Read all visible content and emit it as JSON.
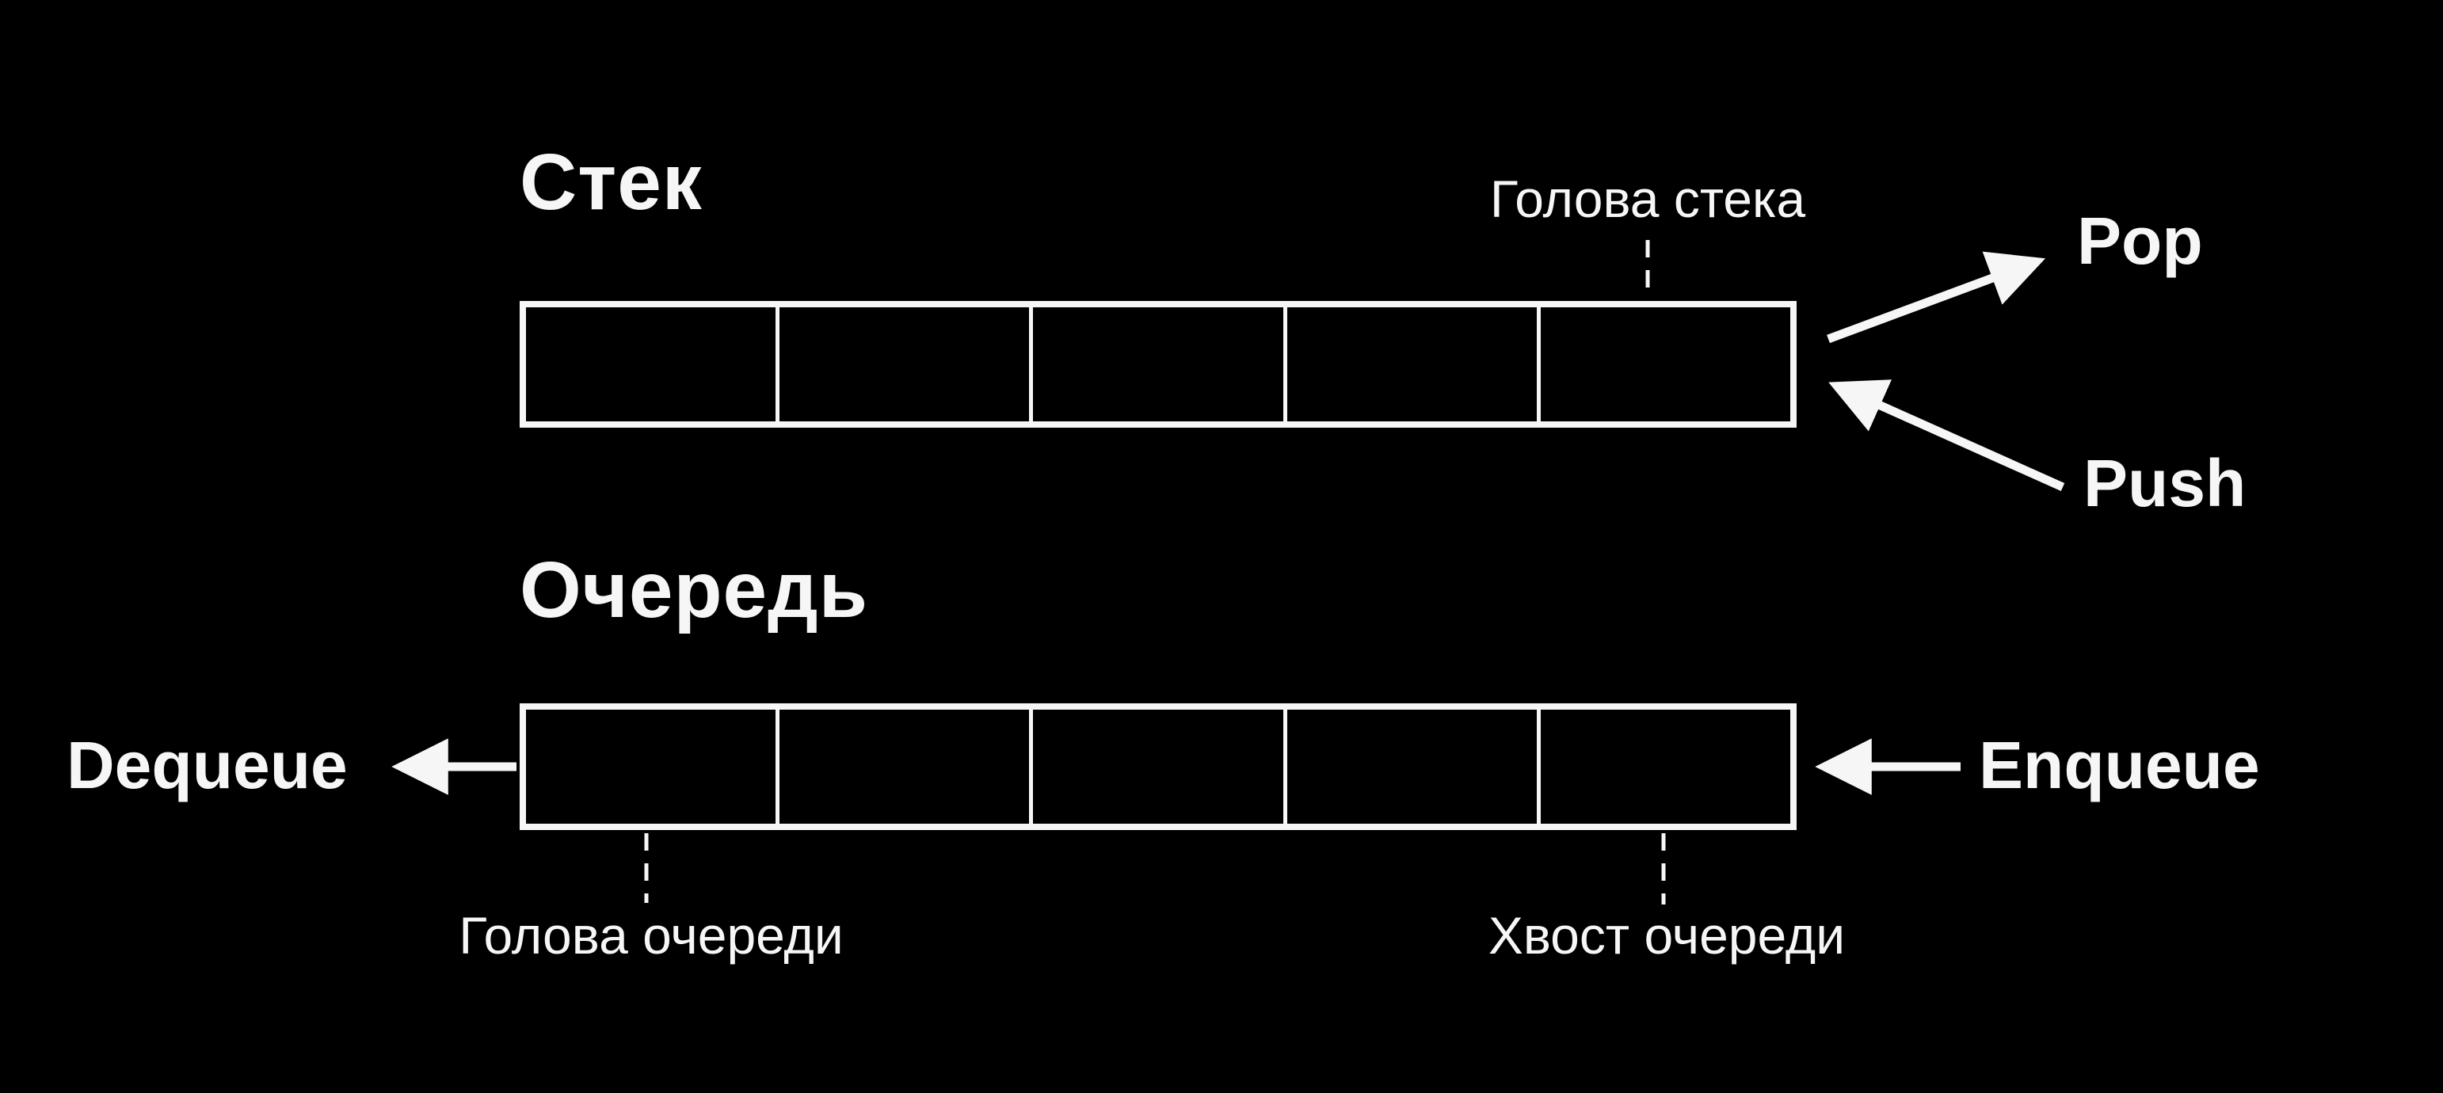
{
  "colors": {
    "background": "#000000",
    "foreground": "#f6f6f6"
  },
  "stack": {
    "title": "Стек",
    "cells": 5,
    "head_label": "Голова стека",
    "pop_label": "Pop",
    "push_label": "Push"
  },
  "queue": {
    "title": "Очередь",
    "cells": 5,
    "dequeue_label": "Dequeue",
    "enqueue_label": "Enqueue",
    "head_label": "Голова очереди",
    "tail_label": "Хвост очереди"
  }
}
